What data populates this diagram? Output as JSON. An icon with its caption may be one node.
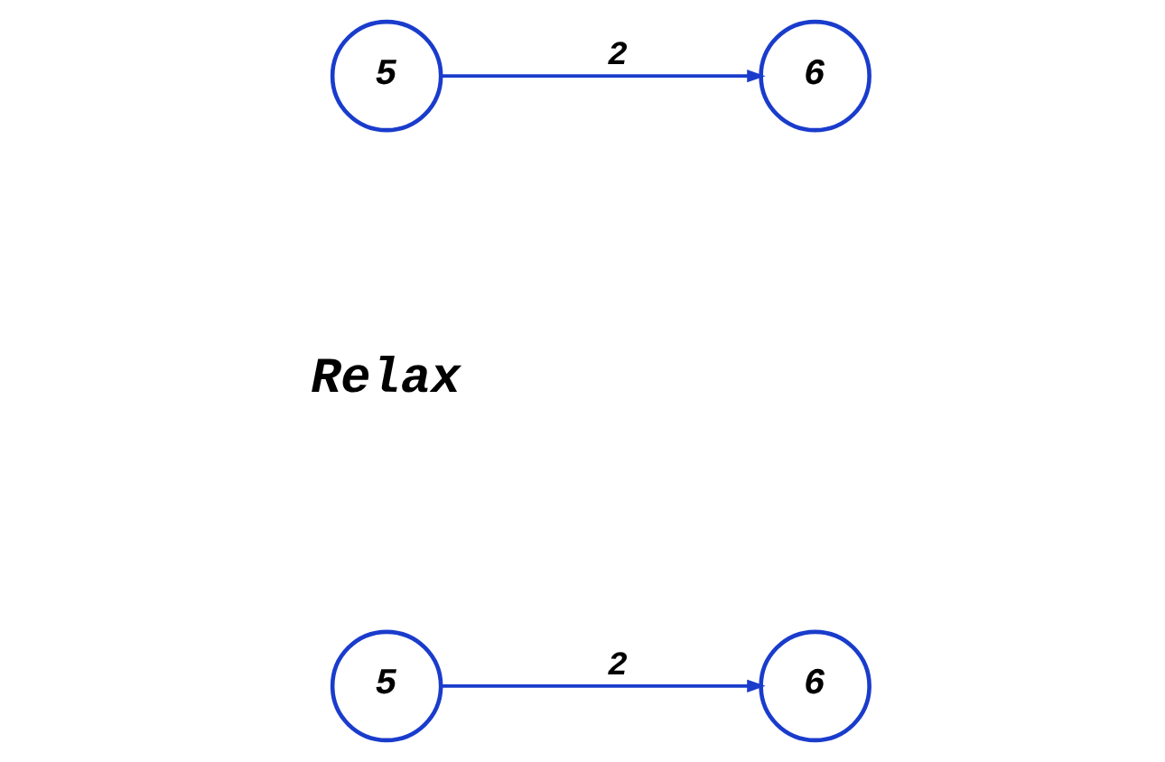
{
  "diagram": {
    "nodes": [
      {
        "text": [
          "5"
        ]
      },
      {
        "text": [
          "6"
        ]
      },
      {
        "text": [
          "5"
        ]
      },
      {
        "text": [
          "6"
        ]
      }
    ],
    "edges": [
      {
        "from": 0,
        "to": 1,
        "arrow": "to",
        "label": "2"
      },
      {
        "from": 2,
        "to": 3,
        "arrow": "to",
        "label": "2"
      }
    ],
    "labels": [
      "Relax"
    ]
  }
}
